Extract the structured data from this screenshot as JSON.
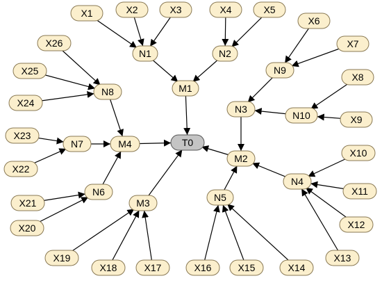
{
  "colors": {
    "node_fill": "#fbefcd",
    "node_stroke": "#8a7a55",
    "root_fill": "#c4c4c4",
    "root_stroke": "#555555",
    "edge": "#000000"
  },
  "nodes": [
    {
      "id": "T0",
      "label": "T0",
      "kind": "root"
    },
    {
      "id": "M1",
      "label": "M1"
    },
    {
      "id": "M2",
      "label": "M2"
    },
    {
      "id": "M3",
      "label": "M3"
    },
    {
      "id": "M4",
      "label": "M4"
    },
    {
      "id": "N1",
      "label": "N1"
    },
    {
      "id": "N2",
      "label": "N2"
    },
    {
      "id": "N3",
      "label": "N3"
    },
    {
      "id": "N4",
      "label": "N4"
    },
    {
      "id": "N5",
      "label": "N5"
    },
    {
      "id": "N6",
      "label": "N6"
    },
    {
      "id": "N7",
      "label": "N7"
    },
    {
      "id": "N8",
      "label": "N8"
    },
    {
      "id": "N9",
      "label": "N9"
    },
    {
      "id": "N10",
      "label": "N10"
    },
    {
      "id": "X1",
      "label": "X1"
    },
    {
      "id": "X2",
      "label": "X2"
    },
    {
      "id": "X3",
      "label": "X3"
    },
    {
      "id": "X4",
      "label": "X4"
    },
    {
      "id": "X5",
      "label": "X5"
    },
    {
      "id": "X6",
      "label": "X6"
    },
    {
      "id": "X7",
      "label": "X7"
    },
    {
      "id": "X8",
      "label": "X8"
    },
    {
      "id": "X9",
      "label": "X9"
    },
    {
      "id": "X10",
      "label": "X10"
    },
    {
      "id": "X11",
      "label": "X11"
    },
    {
      "id": "X12",
      "label": "X12"
    },
    {
      "id": "X13",
      "label": "X13"
    },
    {
      "id": "X14",
      "label": "X14"
    },
    {
      "id": "X15",
      "label": "X15"
    },
    {
      "id": "X16",
      "label": "X16"
    },
    {
      "id": "X17",
      "label": "X17"
    },
    {
      "id": "X18",
      "label": "X18"
    },
    {
      "id": "X19",
      "label": "X19"
    },
    {
      "id": "X20",
      "label": "X20"
    },
    {
      "id": "X21",
      "label": "X21"
    },
    {
      "id": "X22",
      "label": "X22"
    },
    {
      "id": "X23",
      "label": "X23"
    },
    {
      "id": "X24",
      "label": "X24"
    },
    {
      "id": "X25",
      "label": "X25"
    },
    {
      "id": "X26",
      "label": "X26"
    }
  ],
  "edges": [
    {
      "from": "X1",
      "to": "N1"
    },
    {
      "from": "X2",
      "to": "N1"
    },
    {
      "from": "X3",
      "to": "N1"
    },
    {
      "from": "X4",
      "to": "N2"
    },
    {
      "from": "X5",
      "to": "N2"
    },
    {
      "from": "N1",
      "to": "M1"
    },
    {
      "from": "N2",
      "to": "M1"
    },
    {
      "from": "M1",
      "to": "T0"
    },
    {
      "from": "X6",
      "to": "N9"
    },
    {
      "from": "X7",
      "to": "N9"
    },
    {
      "from": "N9",
      "to": "N3"
    },
    {
      "from": "X8",
      "to": "N10"
    },
    {
      "from": "X9",
      "to": "N10"
    },
    {
      "from": "N10",
      "to": "N3"
    },
    {
      "from": "N3",
      "to": "M2"
    },
    {
      "from": "X10",
      "to": "N4"
    },
    {
      "from": "X11",
      "to": "N4"
    },
    {
      "from": "X12",
      "to": "N4"
    },
    {
      "from": "X13",
      "to": "N4"
    },
    {
      "from": "N4",
      "to": "M2"
    },
    {
      "from": "X14",
      "to": "N5"
    },
    {
      "from": "X15",
      "to": "N5"
    },
    {
      "from": "X16",
      "to": "N5"
    },
    {
      "from": "N5",
      "to": "M2"
    },
    {
      "from": "M2",
      "to": "T0"
    },
    {
      "from": "X17",
      "to": "M3"
    },
    {
      "from": "X18",
      "to": "M3"
    },
    {
      "from": "X19",
      "to": "M3"
    },
    {
      "from": "M3",
      "to": "T0"
    },
    {
      "from": "X20",
      "to": "N6"
    },
    {
      "from": "X21",
      "to": "N6"
    },
    {
      "from": "N6",
      "to": "M4"
    },
    {
      "from": "X22",
      "to": "N7"
    },
    {
      "from": "X23",
      "to": "N7"
    },
    {
      "from": "N7",
      "to": "M4"
    },
    {
      "from": "X24",
      "to": "N8"
    },
    {
      "from": "X25",
      "to": "N8"
    },
    {
      "from": "X26",
      "to": "N8"
    },
    {
      "from": "N8",
      "to": "M4"
    },
    {
      "from": "M4",
      "to": "T0"
    }
  ]
}
